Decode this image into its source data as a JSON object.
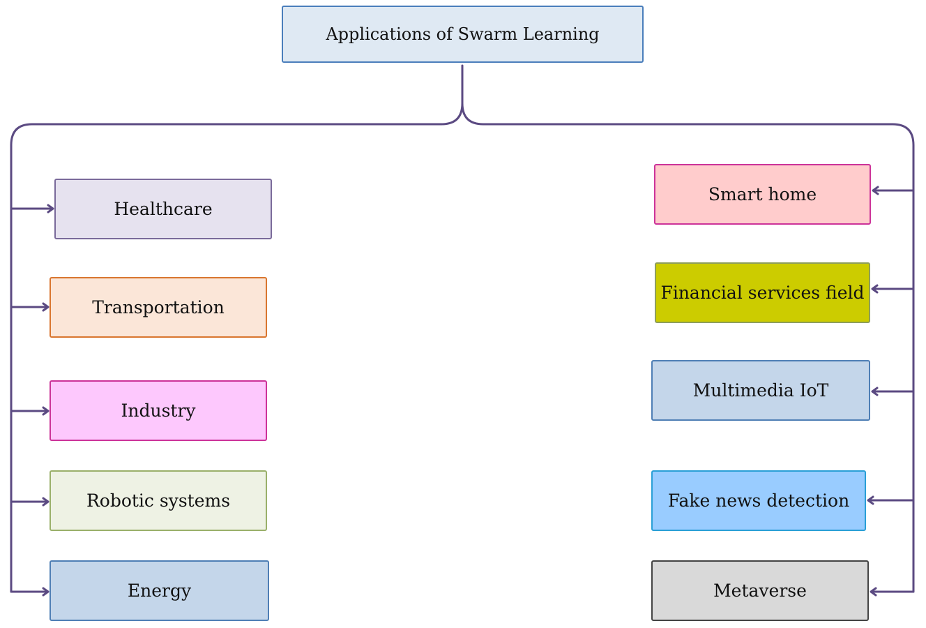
{
  "title": "Applications of Swarm Learning",
  "colors": {
    "connector": "#5b4a82",
    "root_fill": "#dfe9f3",
    "root_border": "#4a7ebb",
    "healthcare_fill": "#e6e2ef",
    "healthcare_border": "#7a6a9a",
    "transportation_fill": "#fbe6d8",
    "transportation_border": "#d9762f",
    "industry_fill": "#fdc8fd",
    "industry_border": "#cc3399",
    "robotic_fill": "#eef2e4",
    "robotic_border": "#9ab06a",
    "energy_fill": "#c4d6ea",
    "energy_border": "#4f7fb5",
    "smart_home_fill": "#ffcccc",
    "smart_home_border": "#cc3399",
    "financial_fill": "#cccc00",
    "financial_border": "#8e9e5b",
    "multimedia_fill": "#c4d6ea",
    "multimedia_border": "#4f7fb5",
    "fake_news_fill": "#99ccff",
    "fake_news_border": "#2a9fd6",
    "metaverse_fill": "#d9d9d9",
    "metaverse_border": "#444444"
  },
  "left_branch": [
    {
      "id": "healthcare",
      "label": "Healthcare"
    },
    {
      "id": "transportation",
      "label": "Transportation"
    },
    {
      "id": "industry",
      "label": "Industry"
    },
    {
      "id": "robotic",
      "label": "Robotic systems"
    },
    {
      "id": "energy",
      "label": "Energy"
    }
  ],
  "right_branch": [
    {
      "id": "smart_home",
      "label": "Smart home"
    },
    {
      "id": "financial",
      "label": "Financial services field"
    },
    {
      "id": "multimedia",
      "label": "Multimedia IoT"
    },
    {
      "id": "fake_news",
      "label": "Fake news detection"
    },
    {
      "id": "metaverse",
      "label": "Metaverse"
    }
  ]
}
